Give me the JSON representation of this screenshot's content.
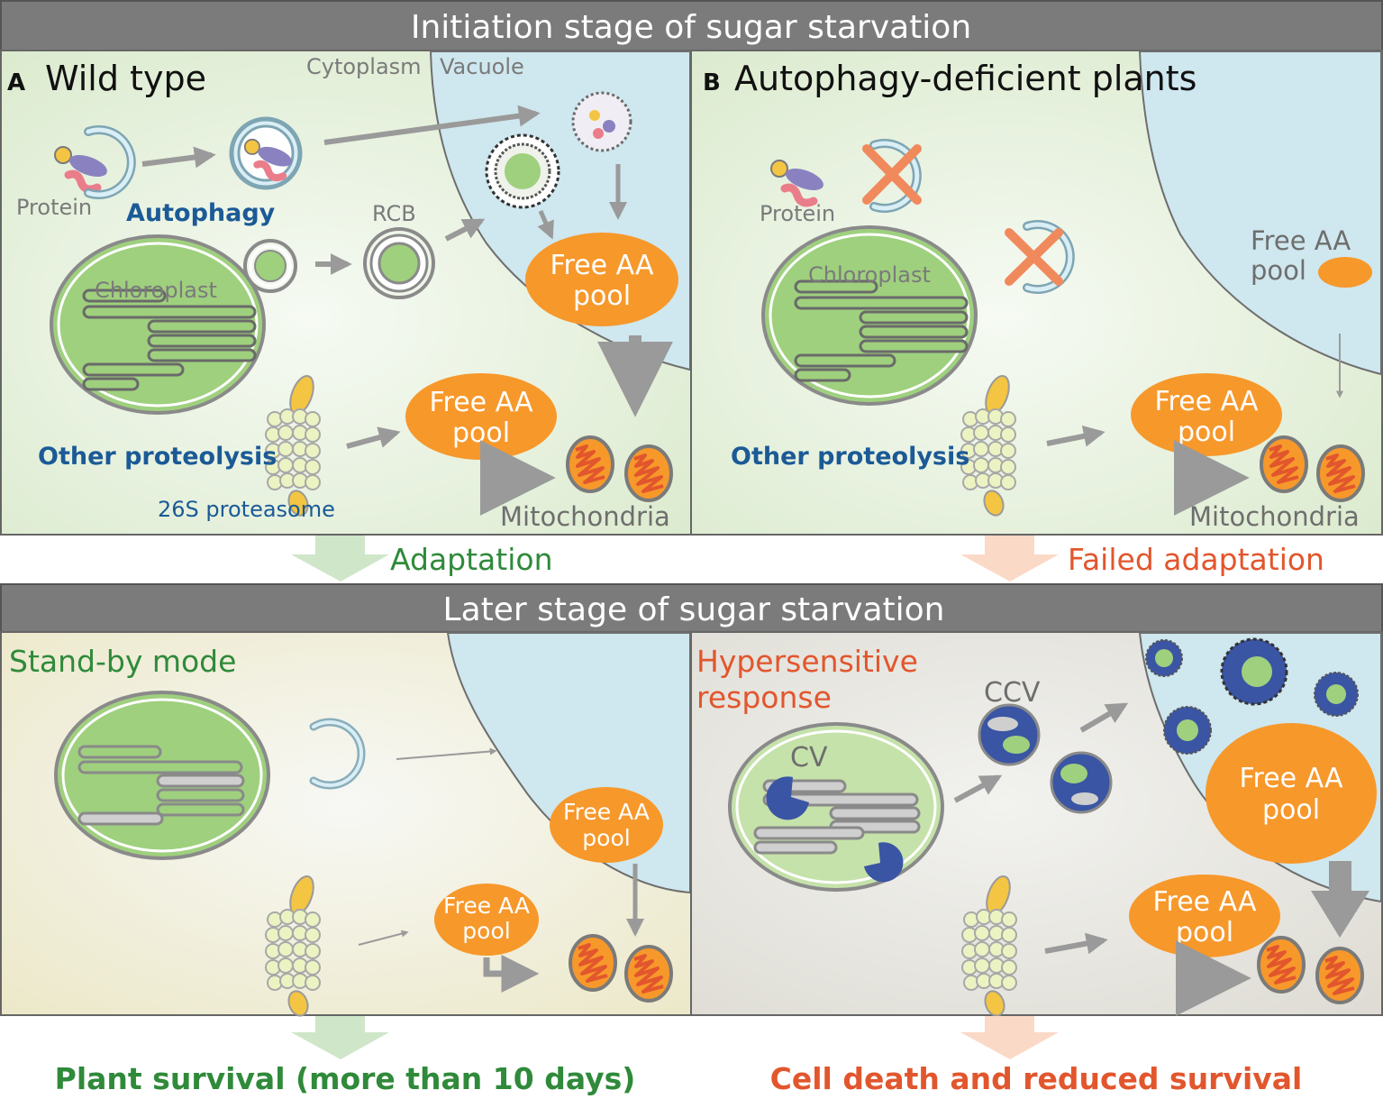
{
  "header_top": "Initiation stage of sugar starvation",
  "header_bottom": "Later stage of sugar starvation",
  "panelA": {
    "letter": "A",
    "title": "Wild type",
    "cytoplasm": "Cytoplasm",
    "vacuole": "Vacuole",
    "protein": "Protein",
    "autophagy": "Autophagy",
    "rcb": "RCB",
    "chloroplast": "Chloroplast",
    "pool_vac_1": "Free AA",
    "pool_vac_2": "pool",
    "pool_cyto_1": "Free AA",
    "pool_cyto_2": "pool",
    "other_proteolysis": "Other proteolysis",
    "proteasome": "26S proteasome",
    "mitochondria": "Mitochondria"
  },
  "panelB": {
    "letter": "B",
    "title": "Autophagy-deficient plants",
    "protein": "Protein",
    "chloroplast": "Chloroplast",
    "pool_vac_1": "Free AA",
    "pool_vac_2": "pool",
    "pool_cyto_1": "Free AA",
    "pool_cyto_2": "pool",
    "other_proteolysis": "Other proteolysis",
    "mitochondria": "Mitochondria"
  },
  "transition": {
    "left": "Adaptation",
    "right": "Failed adaptation"
  },
  "panelC": {
    "title": "Stand-by mode",
    "pool_vac_1": "Free AA",
    "pool_vac_2": "pool",
    "pool_cyto_1": "Free AA",
    "pool_cyto_2": "pool"
  },
  "panelD": {
    "title_1": "Hypersensitive",
    "title_2": "response",
    "cv": "CV",
    "ccv": "CCV",
    "pool_vac_1": "Free AA",
    "pool_vac_2": "pool",
    "pool_cyto_1": "Free AA",
    "pool_cyto_2": "pool"
  },
  "outcome": {
    "left": "Plant survival (more than 10 days)",
    "right": "Cell death and reduced survival"
  },
  "colors": {
    "header_gray": "#7b7b7b",
    "vacuole_blue": "#cfe7ee",
    "pool_orange": "#f7982b",
    "chloroplast_green": "#9fd07e",
    "outcome_green": "#2f8a3a",
    "outcome_red": "#e2562d",
    "label_blue": "#1b5a96"
  }
}
